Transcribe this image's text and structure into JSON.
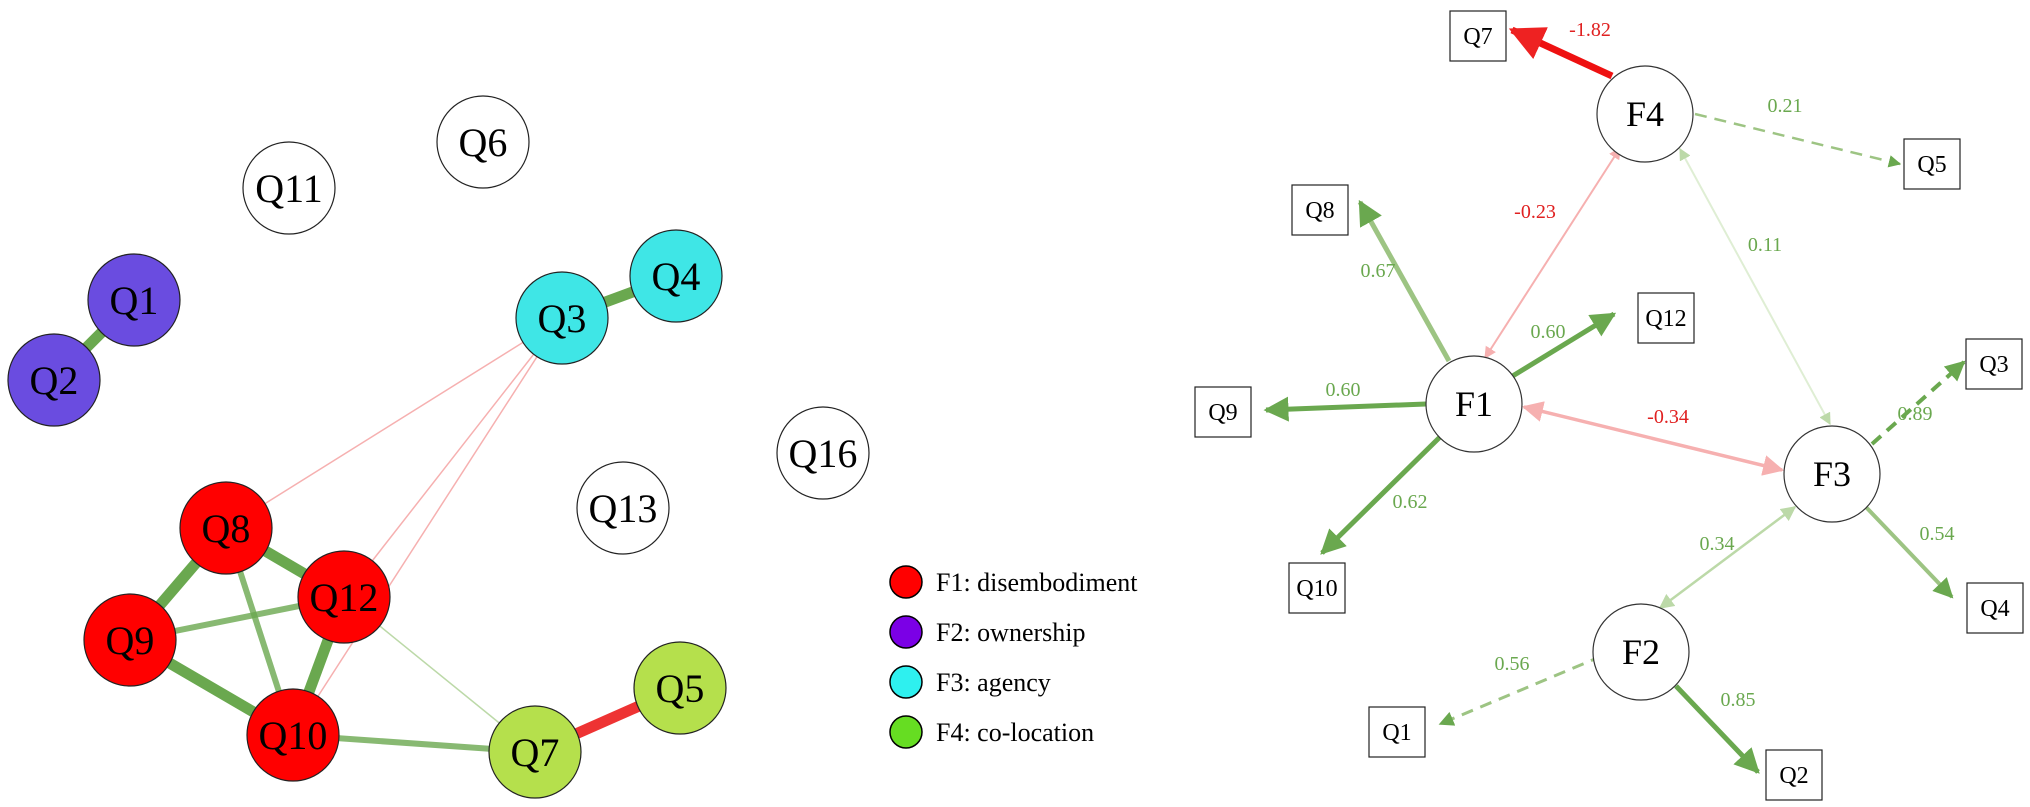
{
  "network": {
    "nodes": [
      {
        "id": "Q1",
        "label": "Q1",
        "group": "F2"
      },
      {
        "id": "Q2",
        "label": "Q2",
        "group": "F2"
      },
      {
        "id": "Q3",
        "label": "Q3",
        "group": "F3"
      },
      {
        "id": "Q4",
        "label": "Q4",
        "group": "F3"
      },
      {
        "id": "Q5",
        "label": "Q5",
        "group": "F4"
      },
      {
        "id": "Q6",
        "label": "Q6",
        "group": null
      },
      {
        "id": "Q7",
        "label": "Q7",
        "group": "F4"
      },
      {
        "id": "Q8",
        "label": "Q8",
        "group": "F1"
      },
      {
        "id": "Q9",
        "label": "Q9",
        "group": "F1"
      },
      {
        "id": "Q10",
        "label": "Q10",
        "group": "F1"
      },
      {
        "id": "Q11",
        "label": "Q11",
        "group": null
      },
      {
        "id": "Q12",
        "label": "Q12",
        "group": "F1"
      },
      {
        "id": "Q13",
        "label": "Q13",
        "group": null
      },
      {
        "id": "Q16",
        "label": "Q16",
        "group": null
      }
    ],
    "edges": [
      {
        "from": "Q1",
        "to": "Q2",
        "sign": "positive",
        "strength": "strong"
      },
      {
        "from": "Q3",
        "to": "Q4",
        "sign": "positive",
        "strength": "strong"
      },
      {
        "from": "Q7",
        "to": "Q5",
        "sign": "negative",
        "strength": "strong"
      },
      {
        "from": "Q8",
        "to": "Q9",
        "sign": "positive",
        "strength": "strong"
      },
      {
        "from": "Q8",
        "to": "Q12",
        "sign": "positive",
        "strength": "strong"
      },
      {
        "from": "Q8",
        "to": "Q10",
        "sign": "positive",
        "strength": "medium"
      },
      {
        "from": "Q9",
        "to": "Q12",
        "sign": "positive",
        "strength": "medium"
      },
      {
        "from": "Q9",
        "to": "Q10",
        "sign": "positive",
        "strength": "strong"
      },
      {
        "from": "Q12",
        "to": "Q10",
        "sign": "positive",
        "strength": "strong"
      },
      {
        "from": "Q10",
        "to": "Q7",
        "sign": "positive",
        "strength": "medium"
      },
      {
        "from": "Q12",
        "to": "Q7",
        "sign": "positive",
        "strength": "weak"
      },
      {
        "from": "Q3",
        "to": "Q8",
        "sign": "negative",
        "strength": "weak"
      },
      {
        "from": "Q3",
        "to": "Q12",
        "sign": "negative",
        "strength": "weak"
      },
      {
        "from": "Q3",
        "to": "Q10",
        "sign": "negative",
        "strength": "weak"
      }
    ]
  },
  "legend": [
    {
      "label": "F1: disembodiment",
      "color": "#ff0000"
    },
    {
      "label": "F2: ownership",
      "color": "#7b00e6"
    },
    {
      "label": "F3: agency",
      "color": "#2ef0ef"
    },
    {
      "label": "F4: co-location",
      "color": "#66dd22"
    }
  ],
  "groupColors": {
    "F1": "#ff0000",
    "F2": "#6a4ce0",
    "F3": "#3fe6e6",
    "F4": "#b5e04c"
  },
  "edgeColors": {
    "positive": "#6aa84f",
    "negative": "#ee3333",
    "positive_light": "#bcd9a8",
    "negative_light": "#f6b0b0"
  },
  "sem": {
    "factors": [
      {
        "id": "F1",
        "label": "F1"
      },
      {
        "id": "F2",
        "label": "F2"
      },
      {
        "id": "F3",
        "label": "F3"
      },
      {
        "id": "F4",
        "label": "F4"
      }
    ],
    "items": [
      {
        "id": "Q1",
        "label": "Q1"
      },
      {
        "id": "Q2",
        "label": "Q2"
      },
      {
        "id": "Q3",
        "label": "Q3"
      },
      {
        "id": "Q4",
        "label": "Q4"
      },
      {
        "id": "Q5",
        "label": "Q5"
      },
      {
        "id": "Q7",
        "label": "Q7"
      },
      {
        "id": "Q8",
        "label": "Q8"
      },
      {
        "id": "Q9",
        "label": "Q9"
      },
      {
        "id": "Q10",
        "label": "Q10"
      },
      {
        "id": "Q12",
        "label": "Q12"
      }
    ],
    "loadings": [
      {
        "factor": "F4",
        "item": "Q7",
        "value": "-1.82",
        "sign": "negative",
        "dashed": false
      },
      {
        "factor": "F4",
        "item": "Q5",
        "value": "0.21",
        "sign": "positive",
        "dashed": true
      },
      {
        "factor": "F1",
        "item": "Q8",
        "value": "0.67",
        "sign": "positive",
        "dashed": false
      },
      {
        "factor": "F1",
        "item": "Q12",
        "value": "0.60",
        "sign": "positive",
        "dashed": false
      },
      {
        "factor": "F1",
        "item": "Q9",
        "value": "0.60",
        "sign": "positive",
        "dashed": false
      },
      {
        "factor": "F1",
        "item": "Q10",
        "value": "0.62",
        "sign": "positive",
        "dashed": false
      },
      {
        "factor": "F3",
        "item": "Q3",
        "value": "0.89",
        "sign": "positive",
        "dashed": true
      },
      {
        "factor": "F3",
        "item": "Q4",
        "value": "0.54",
        "sign": "positive",
        "dashed": false
      },
      {
        "factor": "F2",
        "item": "Q1",
        "value": "0.56",
        "sign": "positive",
        "dashed": true
      },
      {
        "factor": "F2",
        "item": "Q2",
        "value": "0.85",
        "sign": "positive",
        "dashed": false
      }
    ],
    "covariances": [
      {
        "a": "F1",
        "b": "F4",
        "value": "-0.23",
        "sign": "negative"
      },
      {
        "a": "F4",
        "b": "F3",
        "value": "0.11",
        "sign": "positive"
      },
      {
        "a": "F1",
        "b": "F3",
        "value": "-0.34",
        "sign": "negative"
      },
      {
        "a": "F2",
        "b": "F3",
        "value": "0.34",
        "sign": "positive"
      }
    ]
  }
}
